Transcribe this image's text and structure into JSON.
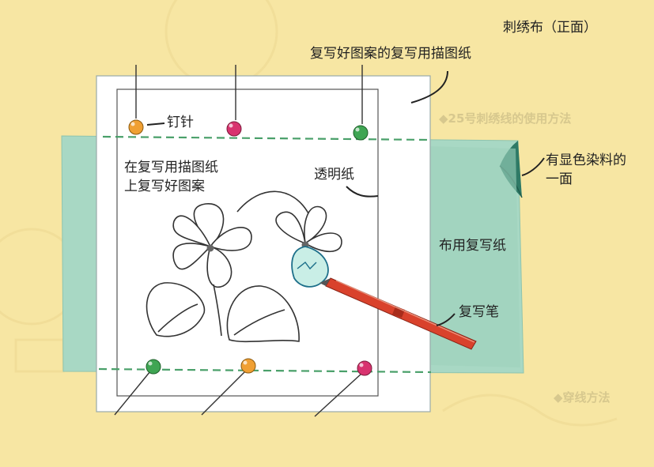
{
  "labels": {
    "fabric_front": "刺绣布（正面）",
    "traced_paper": "复写好图案的复写用描图纸",
    "pin": "钉针",
    "trace_on_paper_line1": "在复写用描图纸",
    "trace_on_paper_line2": "上复写好图案",
    "transparent_paper": "透明纸",
    "dyed_side_line1": "有显色染料的",
    "dyed_side_line2": "一面",
    "carbon_paper": "布用复写纸",
    "tracing_pen": "复写笔"
  },
  "colors": {
    "background": "#f7e6a3",
    "fabric": "#a8d8c4",
    "fabric_back": "#2f7a66",
    "paper": "#ffffff",
    "pin_orange": "#f0a033",
    "pin_pink": "#d8336f",
    "pin_green": "#3fa553",
    "pen": "#d9422c",
    "dashed_line": "#4aa06a"
  },
  "icons": [
    "pin-icon",
    "pen-icon",
    "violet-flower-icon",
    "leaf-icon"
  ]
}
